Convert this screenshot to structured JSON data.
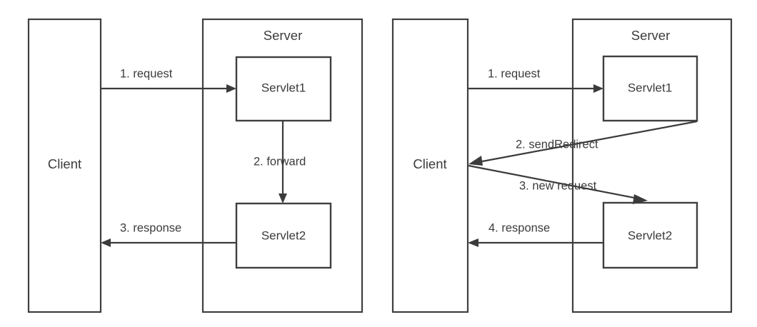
{
  "diagram": {
    "title": "Servlet forward vs sendRedirect comparison",
    "type": "flow-diagram",
    "colors": {
      "background": "#ffffff",
      "stroke": "#3f3f3f",
      "text": "#3c3c3c",
      "arrow": "#3b3b3b"
    },
    "panels": [
      {
        "id": "forward",
        "client": {
          "label": "Client"
        },
        "server": {
          "label": "Server"
        },
        "servlets": [
          {
            "label": "Servlet1"
          },
          {
            "label": "Servlet2"
          }
        ],
        "flows": [
          {
            "step": "1. request",
            "from": "Client",
            "to": "Servlet1",
            "shape": "straight-right"
          },
          {
            "step": "2. forward",
            "from": "Servlet1",
            "to": "Servlet2",
            "shape": "straight-down"
          },
          {
            "step": "3. response",
            "from": "Servlet2",
            "to": "Client",
            "shape": "straight-left"
          }
        ]
      },
      {
        "id": "sendRedirect",
        "client": {
          "label": "Client"
        },
        "server": {
          "label": "Server"
        },
        "servlets": [
          {
            "label": "Servlet1"
          },
          {
            "label": "Servlet2"
          }
        ],
        "flows": [
          {
            "step": "1. request",
            "from": "Client",
            "to": "Servlet1",
            "shape": "straight-right"
          },
          {
            "step": "2. sendRedirect",
            "from": "Servlet1",
            "to": "Client",
            "shape": "diagonal-left"
          },
          {
            "step": "3. new request",
            "from": "Client",
            "to": "Servlet2",
            "shape": "diagonal-right"
          },
          {
            "step": "4. response",
            "from": "Servlet2",
            "to": "Client",
            "shape": "straight-left"
          }
        ]
      }
    ]
  }
}
